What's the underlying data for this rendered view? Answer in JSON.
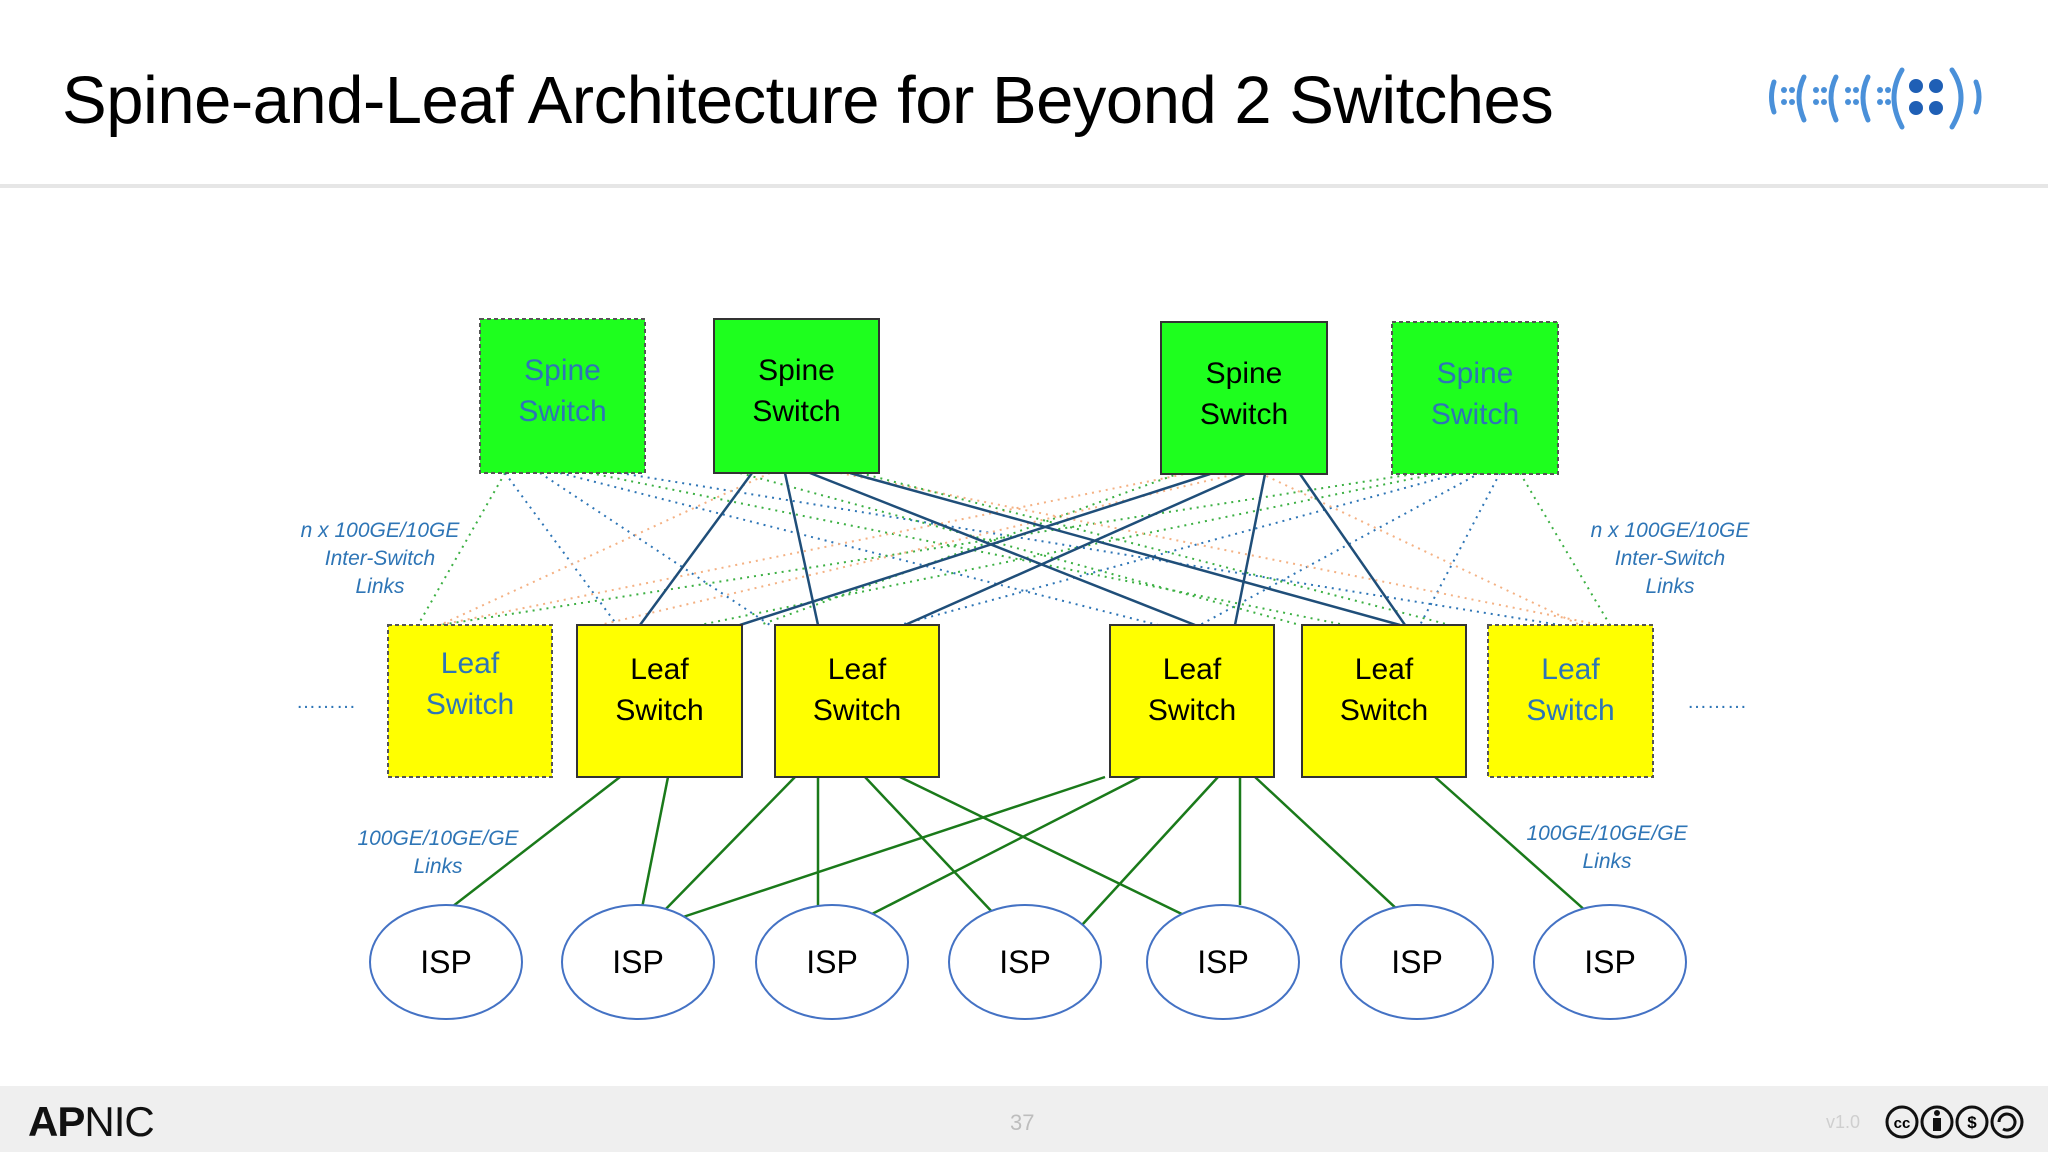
{
  "slide": {
    "title": "Spine-and-Leaf Architecture for Beyond 2 Switches",
    "page_number": "37",
    "version": "v1.0",
    "brand": {
      "bold": "AP",
      "rest": "NIC"
    },
    "license_icons": [
      "cc-icon",
      "by-icon",
      "nc-icon",
      "sa-icon"
    ]
  },
  "diagram": {
    "colors": {
      "spine_fill": "#1eff1e",
      "leaf_fill": "#ffff00",
      "uplink": "#1f4e79",
      "downlink": "#1a7a1a",
      "dotted_blue": "#2e75b6",
      "dotted_green": "#3cb043",
      "dotted_orange": "#f4b183",
      "label_blue": "#2e75b6",
      "isp_border": "#4472c4"
    },
    "spines": [
      {
        "line1": "Spine",
        "line2": "Switch",
        "style": "dashed"
      },
      {
        "line1": "Spine",
        "line2": "Switch",
        "style": "solid"
      },
      {
        "line1": "Spine",
        "line2": "Switch",
        "style": "solid"
      },
      {
        "line1": "Spine",
        "line2": "Switch",
        "style": "dashed"
      }
    ],
    "leaves": [
      {
        "line1": "Leaf",
        "line2": "Switch",
        "style": "dashed"
      },
      {
        "line1": "Leaf",
        "line2": "Switch",
        "style": "solid"
      },
      {
        "line1": "Leaf",
        "line2": "Switch",
        "style": "solid"
      },
      {
        "line1": "Leaf",
        "line2": "Switch",
        "style": "solid"
      },
      {
        "line1": "Leaf",
        "line2": "Switch",
        "style": "solid"
      },
      {
        "line1": "Leaf",
        "line2": "Switch",
        "style": "dashed"
      }
    ],
    "isps": [
      "ISP",
      "ISP",
      "ISP",
      "ISP",
      "ISP",
      "ISP",
      "ISP"
    ],
    "annotations": {
      "interswitch_left": [
        "n x 100GE/10GE",
        "Inter-Switch",
        "Links"
      ],
      "interswitch_right": [
        "n x 100GE/10GE",
        "Inter-Switch",
        "Links"
      ],
      "access_left": [
        "100GE/10GE/GE",
        "Links"
      ],
      "access_right": [
        "100GE/10GE/GE",
        "Links"
      ],
      "ellipsis_left": "………",
      "ellipsis_right": "………"
    }
  }
}
